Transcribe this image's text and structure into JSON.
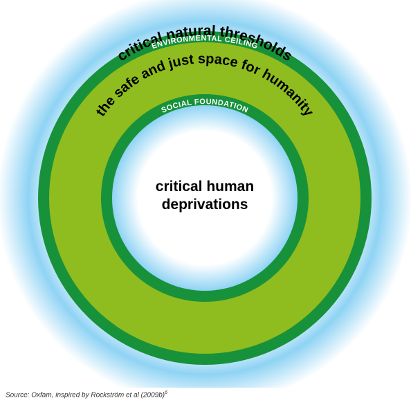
{
  "colors": {
    "outer_glow": "#8fd3f4",
    "ring_dark_green": "#17923b",
    "ring_light_green": "#8fbc1f",
    "center": "#ffffff"
  },
  "labels": {
    "outer_zone": "critical natural thresholds",
    "environmental_ceiling": "ENVIRONMENTAL CEILING",
    "safe_space": "the safe and just space for humanity",
    "social_foundation": "SOCIAL FOUNDATION",
    "center_line1": "critical human",
    "center_line2": "deprivations"
  },
  "source": {
    "text": "Source: Oxfam, inspired by Rockström et al (2009b)",
    "footnote": "6"
  }
}
